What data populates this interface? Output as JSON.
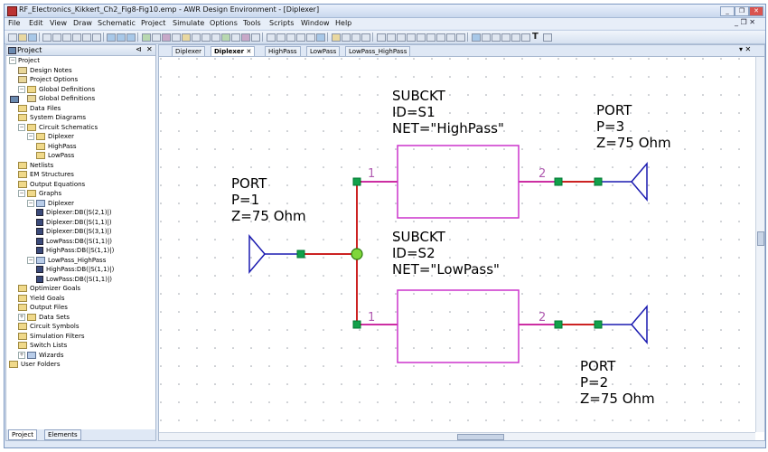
{
  "window": {
    "title": "RF_Electronics_Kikkert_Ch2_Fig8-Fig10.emp - AWR Design Environment - [Diplexer]",
    "controls": {
      "minimize": "_",
      "restore": "❐",
      "close": "✕"
    }
  },
  "menu": [
    "File",
    "Edit",
    "View",
    "Draw",
    "Schematic",
    "Project",
    "Simulate",
    "Options",
    "Tools",
    "Scripts",
    "Window",
    "Help"
  ],
  "mdi_controls": "_ ❐ ✕",
  "toolbar": {
    "text_tool": "T"
  },
  "project_panel": {
    "title": "Project",
    "pin": "⊲",
    "close": "✕",
    "tree": [
      {
        "label": "Project",
        "level": 0,
        "icon": "project-icon",
        "toggle": "−"
      },
      {
        "label": "Design Notes",
        "level": 1,
        "icon": "notes-icon"
      },
      {
        "label": "Project Options",
        "level": 1,
        "icon": "options-icon"
      },
      {
        "label": "Global Definitions",
        "level": 1,
        "icon": "folder-icon",
        "toggle": "−"
      },
      {
        "label": "Global Definitions",
        "level": 2,
        "icon": "definitions-icon"
      },
      {
        "label": "Data Files",
        "level": 1,
        "icon": "folder-icon"
      },
      {
        "label": "System Diagrams",
        "level": 1,
        "icon": "folder-icon"
      },
      {
        "label": "Circuit Schematics",
        "level": 1,
        "icon": "folder-icon",
        "toggle": "−"
      },
      {
        "label": "Diplexer",
        "level": 2,
        "icon": "schematic-icon",
        "toggle": "−"
      },
      {
        "label": "HighPass",
        "level": 3,
        "icon": "schematic-icon"
      },
      {
        "label": "LowPass",
        "level": 3,
        "icon": "schematic-icon"
      },
      {
        "label": "Netlists",
        "level": 1,
        "icon": "folder-icon"
      },
      {
        "label": "EM Structures",
        "level": 1,
        "icon": "folder-icon"
      },
      {
        "label": "Output Equations",
        "level": 1,
        "icon": "folder-icon"
      },
      {
        "label": "Graphs",
        "level": 1,
        "icon": "folder-icon",
        "toggle": "−"
      },
      {
        "label": "Diplexer",
        "level": 2,
        "icon": "graph-icon",
        "toggle": "−"
      },
      {
        "label": "Diplexer:DB(|S(2,1)|)",
        "level": 3,
        "icon": "measurement-icon"
      },
      {
        "label": "Diplexer:DB(|S(1,1)|)",
        "level": 3,
        "icon": "measurement-icon"
      },
      {
        "label": "Diplexer:DB(|S(3,1)|)",
        "level": 3,
        "icon": "measurement-icon"
      },
      {
        "label": "LowPass:DB(|S(1,1)|)",
        "level": 3,
        "icon": "measurement-icon"
      },
      {
        "label": "HighPass:DB(|S(1,1)|)",
        "level": 3,
        "icon": "measurement-icon"
      },
      {
        "label": "LowPass_HighPass",
        "level": 2,
        "icon": "graph-icon",
        "toggle": "−"
      },
      {
        "label": "HighPass:DB(|S(1,1)|)",
        "level": 3,
        "icon": "measurement-icon"
      },
      {
        "label": "LowPass:DB(|S(1,1)|)",
        "level": 3,
        "icon": "measurement-icon"
      },
      {
        "label": "Optimizer Goals",
        "level": 1,
        "icon": "folder-icon"
      },
      {
        "label": "Yield Goals",
        "level": 1,
        "icon": "folder-icon"
      },
      {
        "label": "Output Files",
        "level": 1,
        "icon": "folder-icon"
      },
      {
        "label": "Data Sets",
        "level": 1,
        "icon": "folder-icon",
        "toggle": "+"
      },
      {
        "label": "Circuit Symbols",
        "level": 1,
        "icon": "folder-icon"
      },
      {
        "label": "Simulation Filters",
        "level": 1,
        "icon": "folder-icon"
      },
      {
        "label": "Switch Lists",
        "level": 1,
        "icon": "folder-icon"
      },
      {
        "label": "Wizards",
        "level": 1,
        "icon": "wizard-icon",
        "toggle": "+"
      },
      {
        "label": "User Folders",
        "level": 0,
        "icon": "folder-icon"
      }
    ],
    "bottom_tabs": [
      "Project",
      "Elements"
    ]
  },
  "editor": {
    "tabs": [
      {
        "label": "Diplexer",
        "active": false
      },
      {
        "label": "Diplexer",
        "active": true,
        "close": "✕"
      },
      {
        "label": "HighPass",
        "active": false
      },
      {
        "label": "LowPass",
        "active": false
      },
      {
        "label": "LowPass_HighPass",
        "active": false
      }
    ],
    "tab_controls": "▾ ✕"
  },
  "schematic": {
    "subckt_top": {
      "line1": "SUBCKT",
      "line2": "ID=S1",
      "line3": "NET=\"HighPass\"",
      "pin_in": "1",
      "pin_out": "2"
    },
    "subckt_bottom": {
      "line1": "SUBCKT",
      "line2": "ID=S2",
      "line3": "NET=\"LowPass\"",
      "pin_in": "1",
      "pin_out": "2"
    },
    "port1": {
      "line1": "PORT",
      "line2": "P=1",
      "line3": "Z=75 Ohm"
    },
    "port3": {
      "line1": "PORT",
      "line2": "P=3",
      "line3": "Z=75 Ohm"
    },
    "port2": {
      "line1": "PORT",
      "line2": "P=2",
      "line3": "Z=75 Ohm"
    },
    "colors": {
      "wire": "#cc2222",
      "block": "#cc33cc",
      "port": "#1a1ab0",
      "node": "#11aa44",
      "pin_label": "#b05ab0"
    }
  }
}
